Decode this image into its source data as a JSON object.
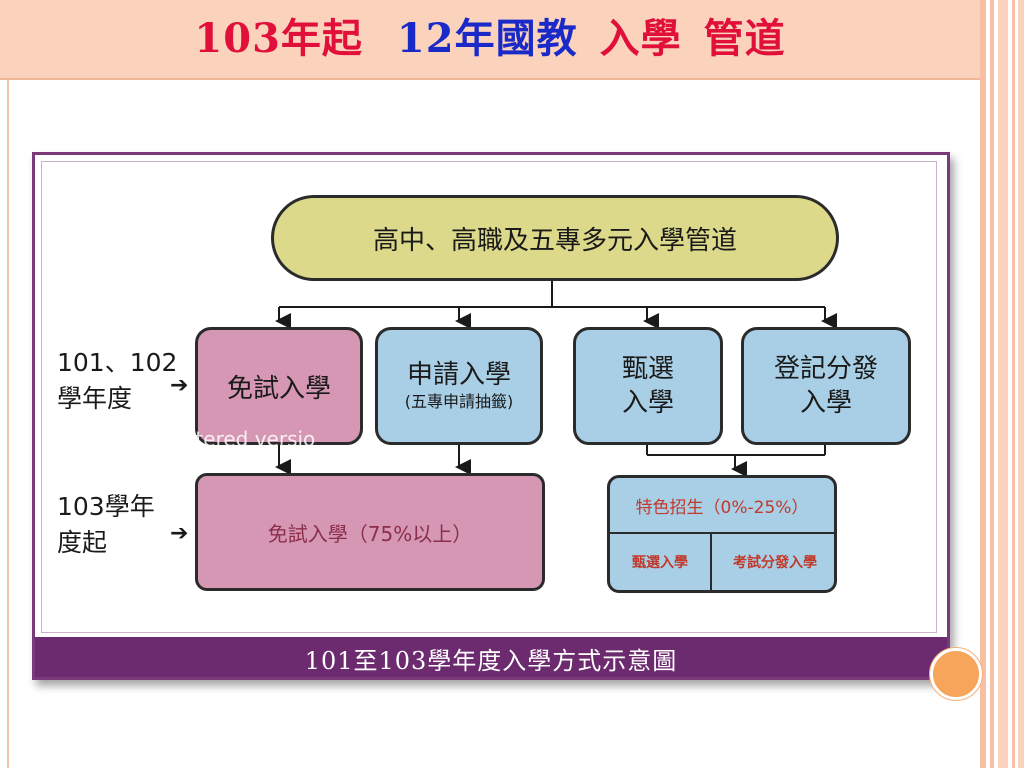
{
  "slide": {
    "title_part1": "103年起",
    "title_part2": "12年國教",
    "title_part3": "入學",
    "title_part4": "管道"
  },
  "diagram": {
    "root": "高中、高職及五專多元入學管道",
    "row1_label_line1": "101、102",
    "row1_label_line2": "學年度",
    "row2_label_line1": "103學年",
    "row2_label_line2": "度起",
    "arrow_symbol": "➔",
    "box1": "免試入學",
    "box2_line1": "申請入學",
    "box2_line2": "(五專申請抽籤)",
    "box3_line1": "甄選",
    "box3_line2": "入學",
    "box4_line1": "登記分發",
    "box4_line2": "入學",
    "box103": "免試入學（75%以上）",
    "feature_title": "特色招生（0%-25%）",
    "feature_left": "甄選入學",
    "feature_right": "考試分發入學",
    "watermark": "stered versio",
    "caption": "101至103學年度入學方式示意圖"
  },
  "colors": {
    "header_bg": "#fbd3bd",
    "title_red": "#e0103a",
    "title_blue": "#1a2ac8",
    "root_fill": "#dcd98a",
    "pink_fill": "#d597b3",
    "blue_fill": "#a9cfe6",
    "caption_band": "#6c2b6f"
  }
}
